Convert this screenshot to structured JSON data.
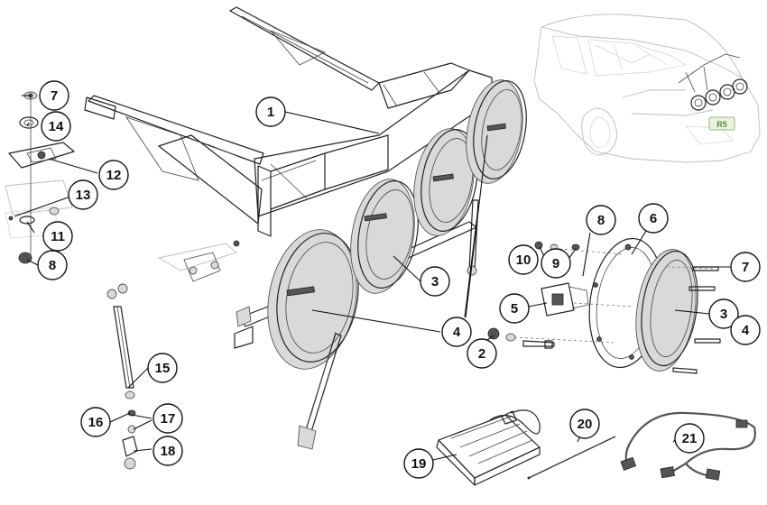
{
  "callouts": {
    "c1": "1",
    "c2": "2",
    "c3a": "3",
    "c3b": "3",
    "c4a": "4",
    "c4b": "4",
    "c5": "5",
    "c6": "6",
    "c7a": "7",
    "c7b": "7",
    "c8a": "8",
    "c8b": "8",
    "c9": "9",
    "c10": "10",
    "c11": "11",
    "c12": "12",
    "c13": "13",
    "c14": "14",
    "c15": "15",
    "c16": "16",
    "c17": "17",
    "c18": "18",
    "c19": "19",
    "c20": "20",
    "c21": "21"
  },
  "car_badge": "R5"
}
